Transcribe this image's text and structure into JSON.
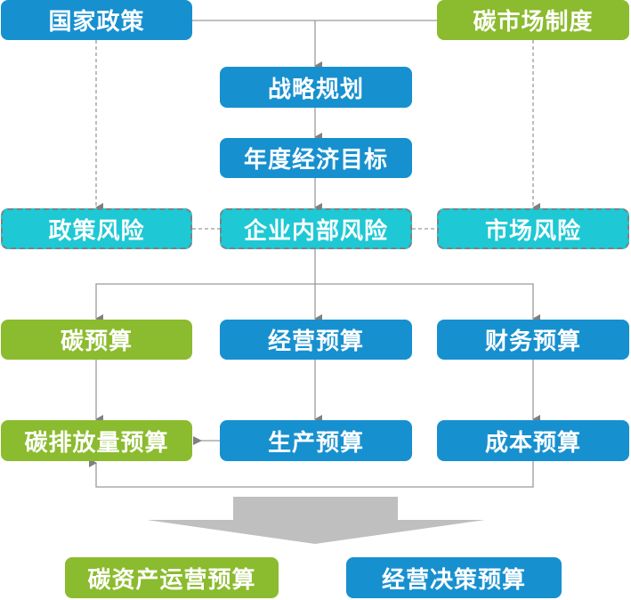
{
  "colors": {
    "blue": "#1790CF",
    "green": "#8BBB2E",
    "teal": "#1EC8D4",
    "connector": "#808080",
    "big_arrow": "#BFBFBF",
    "text": "#FFFFFF"
  },
  "nodes": {
    "national_policy": "国家政策",
    "carbon_market_system": "碳市场制度",
    "strategic_planning": "战略规划",
    "annual_economic_goals": "年度经济目标",
    "policy_risk": "政策风险",
    "internal_risk": "企业内部风险",
    "market_risk": "市场风险",
    "carbon_budget": "碳预算",
    "operating_budget": "经营预算",
    "financial_budget": "财务预算",
    "carbon_emission_budget": "碳排放量预算",
    "production_budget": "生产预算",
    "cost_budget": "成本预算",
    "carbon_asset_operation_budget": "碳资产运营预算",
    "business_decision_budget": "经营决策预算"
  },
  "edges": [
    {
      "from": "national_policy",
      "to": "strategic_planning",
      "style": "solid"
    },
    {
      "from": "carbon_market_system",
      "to": "strategic_planning",
      "style": "solid"
    },
    {
      "from": "strategic_planning",
      "to": "annual_economic_goals",
      "style": "solid"
    },
    {
      "from": "annual_economic_goals",
      "to": "internal_risk",
      "style": "solid"
    },
    {
      "from": "national_policy",
      "to": "policy_risk",
      "style": "dashed"
    },
    {
      "from": "carbon_market_system",
      "to": "market_risk",
      "style": "dashed"
    },
    {
      "from": "policy_risk",
      "to": "internal_risk",
      "style": "dashed"
    },
    {
      "from": "internal_risk",
      "to": "market_risk",
      "style": "dashed"
    },
    {
      "from": "internal_risk",
      "to": "carbon_budget",
      "style": "solid"
    },
    {
      "from": "internal_risk",
      "to": "operating_budget",
      "style": "solid"
    },
    {
      "from": "internal_risk",
      "to": "financial_budget",
      "style": "solid"
    },
    {
      "from": "carbon_budget",
      "to": "carbon_emission_budget",
      "style": "solid"
    },
    {
      "from": "operating_budget",
      "to": "production_budget",
      "style": "solid"
    },
    {
      "from": "financial_budget",
      "to": "cost_budget",
      "style": "solid"
    },
    {
      "from": "production_budget",
      "to": "carbon_emission_budget",
      "style": "solid"
    },
    {
      "from": "cost_budget",
      "to": "carbon_emission_budget",
      "style": "solid"
    }
  ],
  "outcome_arrow": {
    "from": "budget_system",
    "to": [
      "carbon_asset_operation_budget",
      "business_decision_budget"
    ]
  }
}
